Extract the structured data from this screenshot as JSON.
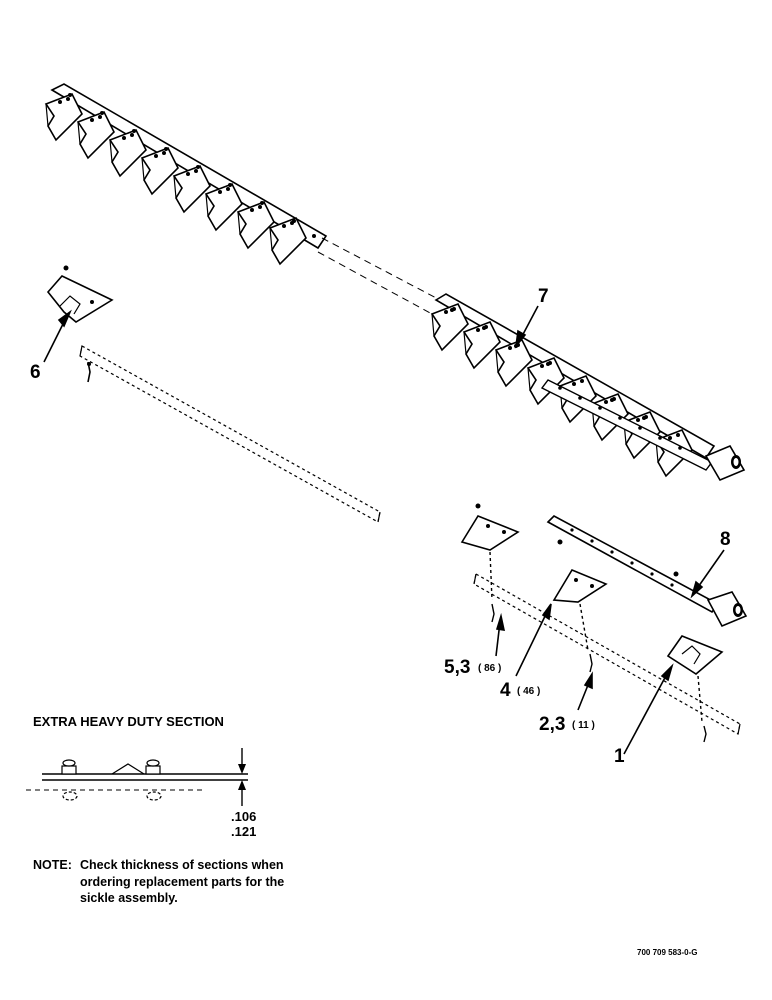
{
  "callouts": {
    "c1": "1",
    "c23": "2,3",
    "c23_qty": "( 11 )",
    "c4": "4",
    "c4_qty": "( 46 )",
    "c53": "5,3",
    "c53_qty": "( 86 )",
    "c6": "6",
    "c7": "7",
    "c8": "8"
  },
  "section": {
    "title": "EXTRA HEAVY DUTY SECTION",
    "thickness_min": ".106",
    "thickness_max": ".121"
  },
  "note": {
    "label": "NOTE:",
    "line1": "Check thickness of sections when",
    "line2": "ordering replacement parts for the",
    "line3": "sickle assembly."
  },
  "figure_id": "700 709 583-0-G"
}
